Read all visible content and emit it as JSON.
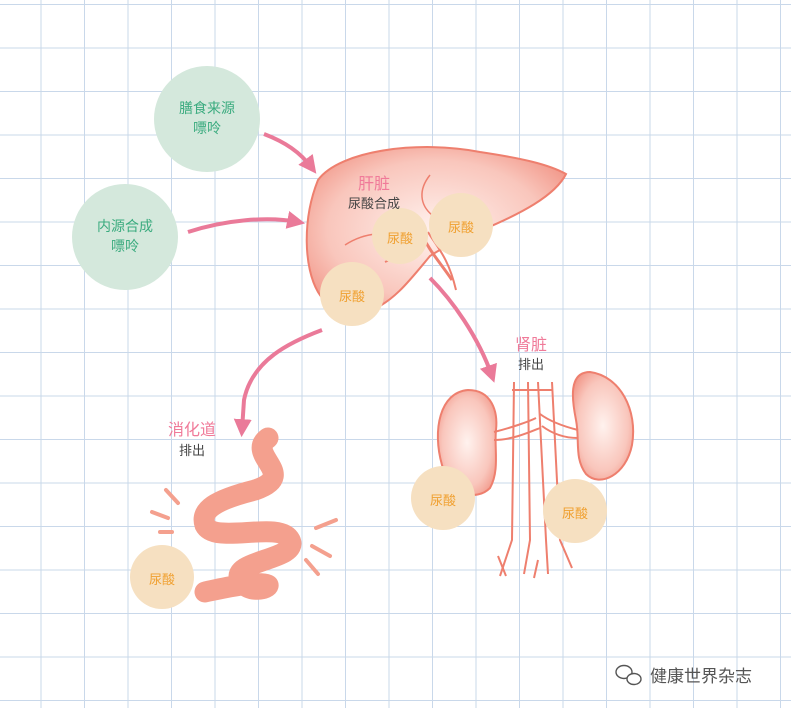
{
  "colors": {
    "source_fill": "#d4e8dc",
    "source_text": "#3bab7f",
    "urate_fill": "#f6e0c1",
    "urate_text": "#f0a030",
    "arrow": "#ea7a99",
    "organ_title": "#f07a99",
    "organ_fill": "#f7b2a7",
    "organ_stroke": "#ee7f6e"
  },
  "sources": [
    {
      "line1": "膳食来源",
      "line2": "嘌呤"
    },
    {
      "line1": "内源合成",
      "line2": "嘌呤"
    }
  ],
  "liver": {
    "title": "肝脏",
    "subtitle": "尿酸合成"
  },
  "kidney": {
    "title": "肾脏",
    "subtitle": "排出"
  },
  "intestine": {
    "title": "消化道",
    "subtitle": "排出"
  },
  "urate_label": "尿酸",
  "watermark": {
    "text": "健康世界杂志",
    "icon": "wechat-icon"
  }
}
